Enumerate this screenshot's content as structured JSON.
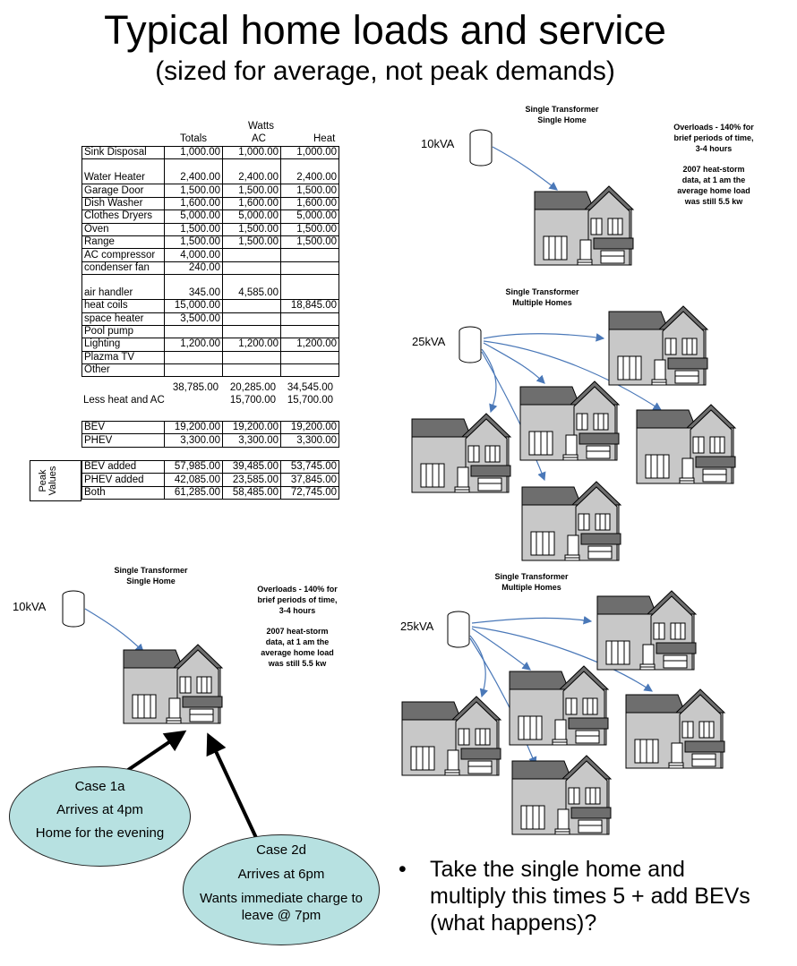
{
  "title": "Typical home loads and service",
  "subtitle": "(sized for average, not peak demands)",
  "table": {
    "header_watts": "Watts",
    "header_totals": "Totals",
    "header_ac": "AC",
    "header_heat": "Heat",
    "rows": [
      {
        "label": "Sink Disposal",
        "totals": "1,000.00",
        "ac": "1,000.00",
        "heat": "1,000.00"
      },
      {
        "label": "Water Heater",
        "totals": "2,400.00",
        "ac": "2,400.00",
        "heat": "2,400.00"
      },
      {
        "label": "Garage Door",
        "totals": "1,500.00",
        "ac": "1,500.00",
        "heat": "1,500.00"
      },
      {
        "label": "Dish Washer",
        "totals": "1,600.00",
        "ac": "1,600.00",
        "heat": "1,600.00"
      },
      {
        "label": "Clothes Dryers",
        "totals": "5,000.00",
        "ac": "5,000.00",
        "heat": "5,000.00"
      },
      {
        "label": "Oven",
        "totals": "1,500.00",
        "ac": "1,500.00",
        "heat": "1,500.00"
      },
      {
        "label": "Range",
        "totals": "1,500.00",
        "ac": "1,500.00",
        "heat": "1,500.00"
      },
      {
        "label": "AC compressor",
        "totals": "4,000.00",
        "ac": "",
        "heat": ""
      },
      {
        "label": "condenser fan",
        "totals": "240.00",
        "ac": "",
        "heat": ""
      },
      {
        "label": "air handler",
        "totals": "345.00",
        "ac": "4,585.00",
        "heat": ""
      },
      {
        "label": "heat coils",
        "totals": "15,000.00",
        "ac": "",
        "heat": "18,845.00"
      },
      {
        "label": "space heater",
        "totals": "3,500.00",
        "ac": "",
        "heat": ""
      },
      {
        "label": "Pool pump",
        "totals": "",
        "ac": "",
        "heat": ""
      },
      {
        "label": "Lighting",
        "totals": "1,200.00",
        "ac": "1,200.00",
        "heat": "1,200.00"
      },
      {
        "label": "Plazma TV",
        "totals": "",
        "ac": "",
        "heat": ""
      },
      {
        "label": "Other",
        "totals": "",
        "ac": "",
        "heat": ""
      }
    ],
    "sum": {
      "totals": "38,785.00",
      "ac": "20,285.00",
      "heat": "34,545.00"
    },
    "less": {
      "label": "Less heat and AC",
      "ac": "15,700.00",
      "heat": "15,700.00"
    },
    "vehicles": [
      {
        "label": "BEV",
        "totals": "19,200.00",
        "ac": "19,200.00",
        "heat": "19,200.00"
      },
      {
        "label": "PHEV",
        "totals": "3,300.00",
        "ac": "3,300.00",
        "heat": "3,300.00"
      }
    ],
    "peak_label": "Peak Values",
    "peaks": [
      {
        "label": "BEV added",
        "totals": "57,985.00",
        "ac": "39,485.00",
        "heat": "53,745.00"
      },
      {
        "label": "PHEV added",
        "totals": "42,085.00",
        "ac": "23,585.00",
        "heat": "37,845.00"
      },
      {
        "label": "Both",
        "totals": "61,285.00",
        "ac": "58,485.00",
        "heat": "72,745.00"
      }
    ]
  },
  "diagrams": {
    "top_single": {
      "title1": "Single Transformer",
      "title2": "Single Home",
      "kva": "10kVA"
    },
    "top_note": {
      "l1": "Overloads - 140% for",
      "l2": "brief periods of time,",
      "l3": "3-4 hours",
      "l4": "2007 heat-storm",
      "l5": "data, at 1 am the",
      "l6": "average home load",
      "l7": "was still 5.5 kw"
    },
    "top_multi": {
      "title1": "Single Transformer",
      "title2": "Multiple Homes",
      "kva": "25kVA"
    },
    "bottom_single": {
      "title1": "Single Transformer",
      "title2": "Single Home",
      "kva": "10kVA"
    },
    "bottom_note": {
      "l1": "Overloads - 140% for",
      "l2": "brief periods of time,",
      "l3": "3-4 hours",
      "l4": "2007 heat-storm",
      "l5": "data, at 1 am the",
      "l6": "average home load",
      "l7": "was still 5.5 kw"
    },
    "bottom_multi": {
      "title1": "Single Transformer",
      "title2": "Multiple Homes",
      "kva": "25kVA"
    }
  },
  "cases": {
    "case1": {
      "l1": "Case 1a",
      "l2": "Arrives at 4pm",
      "l3": "Home for the evening"
    },
    "case2": {
      "l1": "Case 2d",
      "l2": "Arrives at 6pm",
      "l3": "Wants immediate charge to",
      "l4": "leave @ 7pm"
    }
  },
  "bullet": {
    "dot": "•",
    "text": "Take the single home and multiply this times 5 + add BEVs (what happens)?"
  },
  "colors": {
    "ellipse_fill": "#b7e1e1",
    "arrow_blue": "#4a78b8",
    "house_gray": "#c8c8c8",
    "roof_dark": "#6e6e6e"
  }
}
